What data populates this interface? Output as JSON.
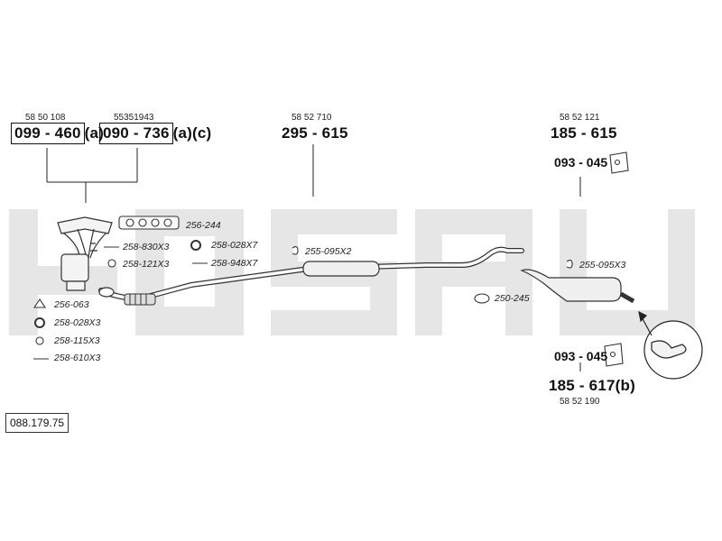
{
  "parts_top": {
    "p1": {
      "oe": "58 50 108",
      "number": "099 - 460",
      "suffix": "(a)"
    },
    "p2": {
      "oe": "55351943",
      "number": "090 - 736",
      "suffix": "(a)(c)"
    },
    "p3": {
      "oe": "58 52 710",
      "number": "295 - 615"
    },
    "p4": {
      "oe": "58 52 121",
      "number": "185 - 615"
    },
    "p4_mount": {
      "number": "093 - 045"
    }
  },
  "parts_bottom": {
    "mount": {
      "number": "093 - 045"
    },
    "rear": {
      "number": "185 - 617",
      "suffix": "(b)",
      "oe": "58 52 190"
    }
  },
  "kit_labels": {
    "gasket_256_244": "256-244",
    "bolt_258_830": "258-830X3",
    "nut_258_028_top": "258-028X7",
    "ring_258_121": "258-121X3",
    "bolt_258_948": "258-948X7",
    "clamp_255_095_mid": "255-095X2",
    "clamp_255_095_rear": "255-095X3",
    "gasket_256_063": "256-063",
    "nut_258_028_left": "258-028X3",
    "ring_258_115": "258-115X3",
    "bolt_258_610": "258-610X3",
    "clamp_250_245": "250-245"
  },
  "reference": "088.179.75",
  "watermark_color": "#e6e6e6",
  "line_color": "#222222"
}
